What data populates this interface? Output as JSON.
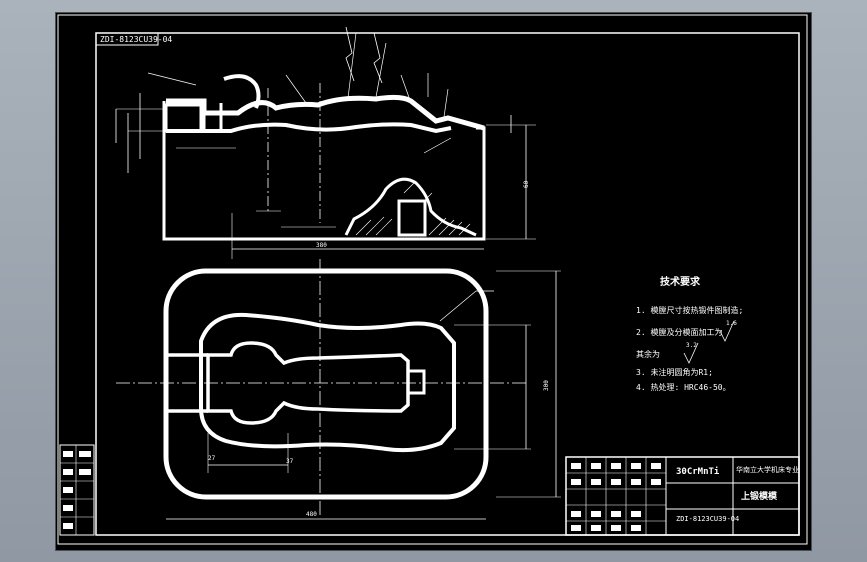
{
  "drawing": {
    "drawing_no_top": "ZDI-8123CU39-04",
    "tech_requirements": {
      "title": "技术要求",
      "items": [
        "1. 模膛尺寸按热锻件图制造;",
        "2. 模膛及分模面加工为",
        "   其余为",
        "3. 未注明圆角为R1;",
        "4. 热处理: HRC46-50。"
      ],
      "roughness_main": "1.6",
      "roughness_other": "3.2"
    },
    "title_block": {
      "material": "30CrMnTi",
      "school": "华南立大学机床专业",
      "part_name": "上锻模模",
      "drawing_no": "ZDI-8123CU39-04"
    },
    "dimensions": {
      "front_width": "380",
      "plan_width": "480",
      "plan_height": "300",
      "plan_inner": "37",
      "side_dim": "60",
      "left_dim": "27"
    }
  },
  "colors": {
    "background": "#000000",
    "lines": "#ffffff",
    "frame_outer": "#8f98a3"
  }
}
